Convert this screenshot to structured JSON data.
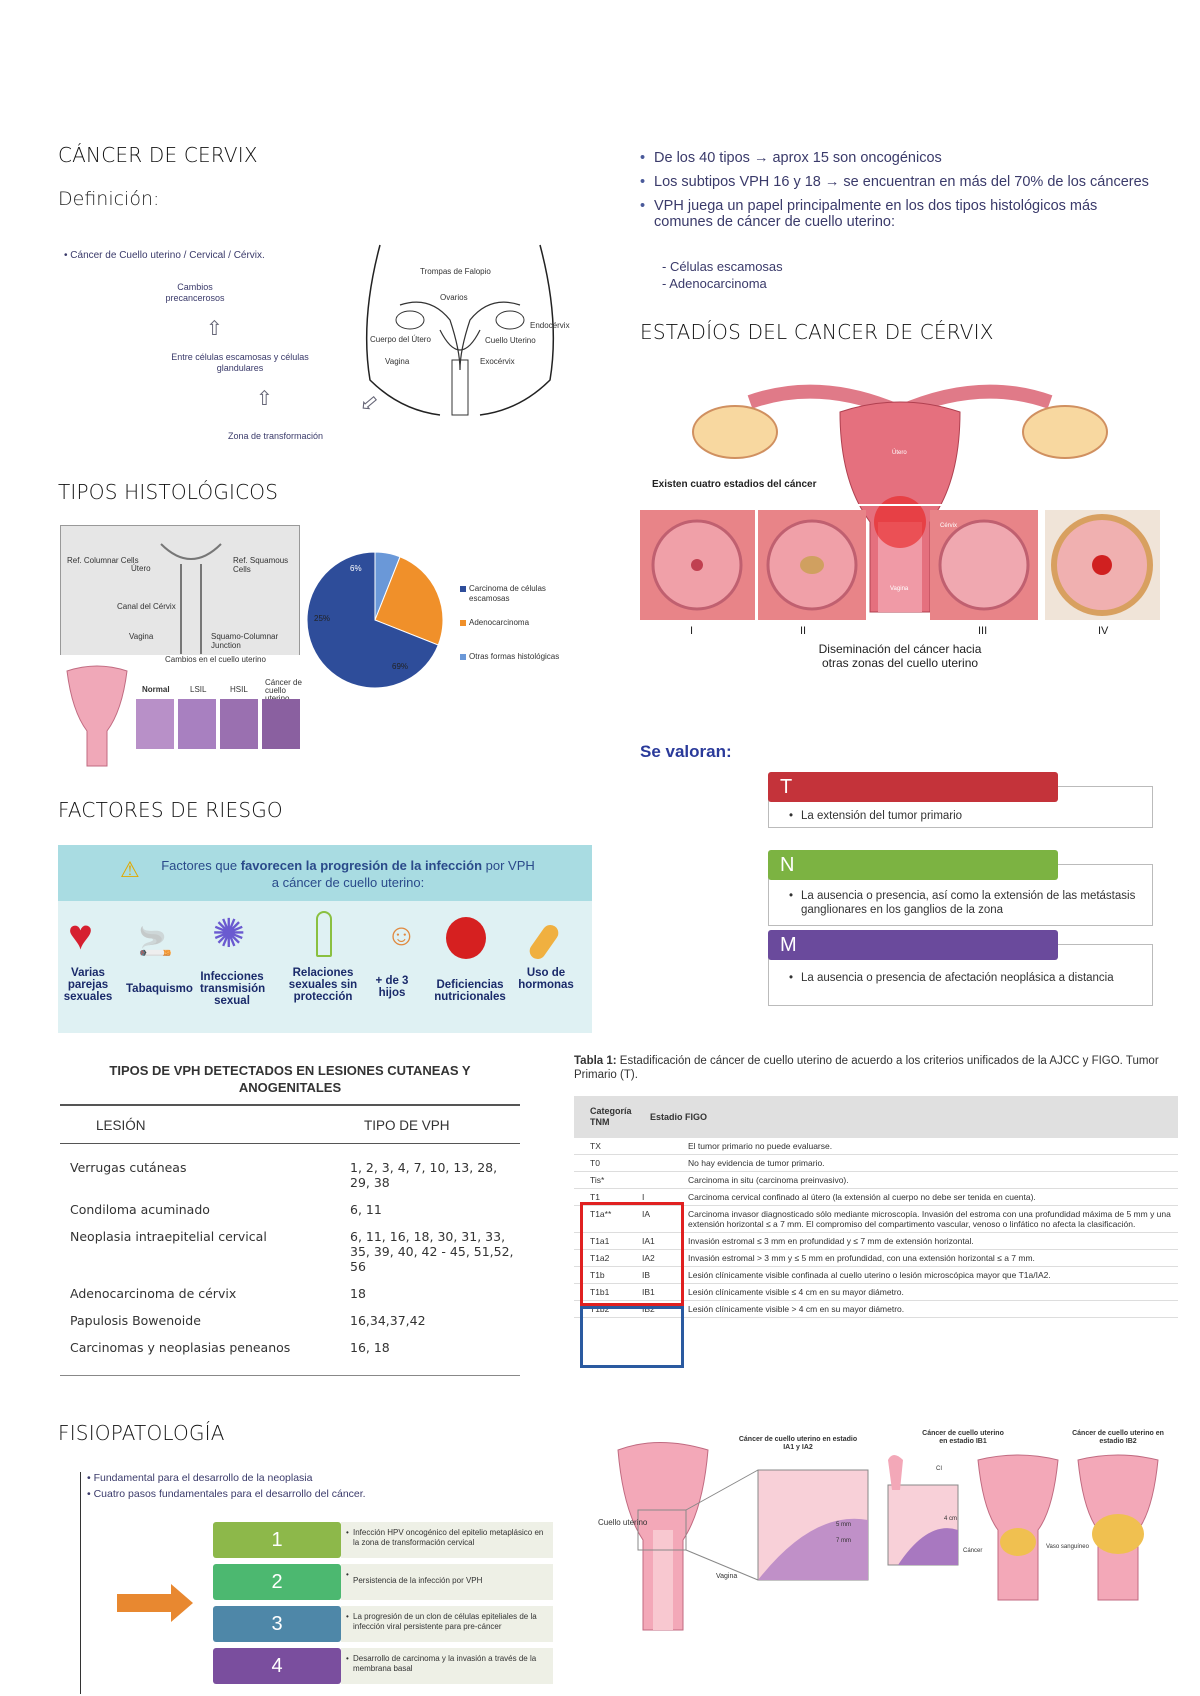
{
  "left": {
    "title": "CÁNCER DE CERVIX",
    "definition_label": "Definición:",
    "definition_bullet": "• Cáncer de Cuello uterino / Cervical / Cérvix.",
    "anatomy": {
      "cambios": "Cambios precancerosos",
      "entre": "Entre células escamosas y células glandulares",
      "zona": "Zona de transformación",
      "trompas": "Trompas de Falopio",
      "ovarios": "Ovarios",
      "endocervix": "Endocérvix",
      "cuerpo": "Cuerpo del Útero",
      "cuello": "Cuello Uterino",
      "vagina": "Vagina",
      "exocervix": "Exocérvix"
    },
    "histo_title": "TIPOS HISTOLÓGICOS",
    "histo_fig": {
      "col_cells": "Ref. Columnar Cells",
      "squam_cells": "Ref. Squamous Cells",
      "utero": "Útero",
      "canal": "Canal del Cérvix",
      "vagina": "Vagina",
      "junction": "Squamo-Columnar Junction",
      "changes": "Cambios en el cuello uterino",
      "normal": "Normal",
      "lsil": "LSIL",
      "hsil": "HSIL",
      "cancer": "Cáncer de cuello uterino"
    },
    "risk_title": "FACTORES DE RIESGO",
    "risk": {
      "header_pre": "Factores que ",
      "header_bold": "favorecen la progresión de la infección",
      "header_post": " por VPH a cáncer de cuello uterino:",
      "items": [
        "Varias parejas sexuales",
        "Tabaquismo",
        "Infecciones transmisión sexual",
        "Relaciones sexuales sin protección",
        "+ de 3 hijos",
        "Deficiencias nutricionales",
        "Uso de hormonas"
      ]
    },
    "vph_table": {
      "title": "TIPOS DE VPH DETECTADOS EN LESIONES CUTANEAS Y ANOGENITALES",
      "col1": "LESIÓN",
      "col2": "TIPO DE VPH",
      "rows": [
        [
          "Verrugas cutáneas",
          "1, 2, 3, 4, 7, 10, 13, 28, 29, 38"
        ],
        [
          "Condiloma acuminado",
          "6, 11"
        ],
        [
          "Neoplasia intraepitelial cervical",
          "6, 11, 16, 18, 30, 31, 33, 35, 39, 40, 42 - 45, 51,52, 56"
        ],
        [
          "Adenocarcinoma de cérvix",
          "18"
        ],
        [
          "Papulosis Bowenoide",
          "16,34,37,42"
        ],
        [
          "Carcinomas y neoplasias peneanos",
          "16, 18"
        ]
      ]
    },
    "fisio_title": "FISIOPATOLOGÍA",
    "fisio_bullets": [
      "Fundamental para el desarrollo de la neoplasia",
      "Cuatro pasos fundamentales para el desarrollo del cáncer."
    ],
    "steps": [
      {
        "num": "1",
        "text": "Infección HPV oncogénico del epitelio metaplásico en la zona de transformación cervical",
        "color": "#8db84a"
      },
      {
        "num": "2",
        "text": "Persistencia de la infección por VPH",
        "color": "#4cb870"
      },
      {
        "num": "3",
        "text": "La progresión de un clon de células epiteliales de la infección viral persistente para pre-cáncer",
        "color": "#4e87a8"
      },
      {
        "num": "4",
        "text": "Desarrollo de carcinoma y la invasión a través de la membrana basal",
        "color": "#7a4e9e"
      }
    ]
  },
  "pie": {
    "labels": [
      "6%",
      "25%",
      "69%"
    ],
    "legend": [
      "Carcinoma de células escamosas",
      "Adenocarcinoma",
      "Otras formas histológicas"
    ]
  },
  "chart_data": {
    "type": "pie",
    "categories": [
      "Carcinoma de células escamosas",
      "Adenocarcinoma",
      "Otras formas histológicas"
    ],
    "values": [
      69,
      25,
      6
    ],
    "colors": [
      "#2e4d9a",
      "#f0902a",
      "#6a98d8"
    ],
    "legend_position": "right"
  },
  "right": {
    "bullets": [
      "De los 40 tipos → aprox 15 son oncogénicos",
      "Los subtipos VPH 16 y 18 → se encuentran en más del 70% de los cánceres",
      "VPH juega un papel principalmente en los dos tipos histológicos más comunes de cáncer de cuello uterino:"
    ],
    "sub_bullets": [
      "- Células escamosas",
      "- Adenocarcinoma"
    ],
    "stages_title": "ESTADÍOS DEL CANCER DE CÉRVIX",
    "stage_fig": {
      "utero": "Útero",
      "existen": "Existen cuatro estadios del cáncer",
      "cervix": "Cérvix",
      "vagina": "Vagina",
      "numerals": [
        "I",
        "II",
        "III",
        "IV"
      ],
      "diseminacion": "Diseminación del cáncer hacia otras zonas del cuello uterino"
    },
    "valoran": "Se valoran:",
    "tnm": [
      {
        "letter": "T",
        "text": "La extensión del tumor primario",
        "color": "#c4333a"
      },
      {
        "letter": "N",
        "text": "La ausencia o presencia, así como la extensión de las metástasis ganglionares en los ganglios de la zona",
        "color": "#7cb342"
      },
      {
        "letter": "M",
        "text": "La ausencia o presencia de afectación neoplásica a distancia",
        "color": "#6a4a9c"
      }
    ],
    "table1": {
      "caption_bold": "Tabla 1:",
      "caption": " Estadificación de cáncer de cuello uterino de acuerdo a los criterios unificados de la AJCC y FIGO. Tumor Primario (T).",
      "head1": "Categoría TNM",
      "head2": "Estadio FIGO",
      "rows": [
        [
          "TX",
          "",
          "El tumor primario no puede evaluarse."
        ],
        [
          "T0",
          "",
          "No hay evidencia de tumor primario."
        ],
        [
          "Tis*",
          "",
          "Carcinoma in situ (carcinoma preinvasivo)."
        ],
        [
          "T1",
          "I",
          "Carcinoma cervical confinado al útero (la extensión al cuerpo no debe ser tenida en cuenta)."
        ],
        [
          "T1a**",
          "IA",
          "Carcinoma invasor diagnosticado sólo mediante microscopía. Invasión del estroma con una profundidad máxima de 5 mm y una extensión horizontal ≤ a 7 mm. El compromiso del compartimento vascular, venoso o linfático no afecta la clasificación."
        ],
        [
          "T1a1",
          "IA1",
          "Invasión estromal ≤ 3 mm en profundidad y ≤ 7 mm de extensión horizontal."
        ],
        [
          "T1a2",
          "IA2",
          "Invasión estromal > 3 mm y ≤ 5 mm en profundidad, con una extensión horizontal ≤ a 7 mm."
        ],
        [
          "T1b",
          "IB",
          "Lesión clínicamente visible confinada al cuello uterino o lesión microscópica mayor que T1a/IA2."
        ],
        [
          "T1b1",
          "IB1",
          "Lesión clínicamente visible ≤ 4 cm en su mayor diámetro."
        ],
        [
          "T1b2",
          "IB2",
          "Lesión clínicamente visible > 4 cm en su mayor diámetro."
        ]
      ]
    },
    "bottom_fig": {
      "cap1": "Cáncer de cuello uterino en estadio IA1 y IA2",
      "cap2": "Cáncer de cuello uterino en estadio IB1",
      "cap3": "Cáncer de cuello uterino en estadio IB2",
      "cuello": "Cuello uterino",
      "vagina": "Vagina",
      "mm5": "5 mm",
      "mm7": "7 mm",
      "cm4": "4 cm",
      "cancer": "Cáncer",
      "vaso": "Vaso sanguíneo",
      "ci": "CI"
    }
  }
}
